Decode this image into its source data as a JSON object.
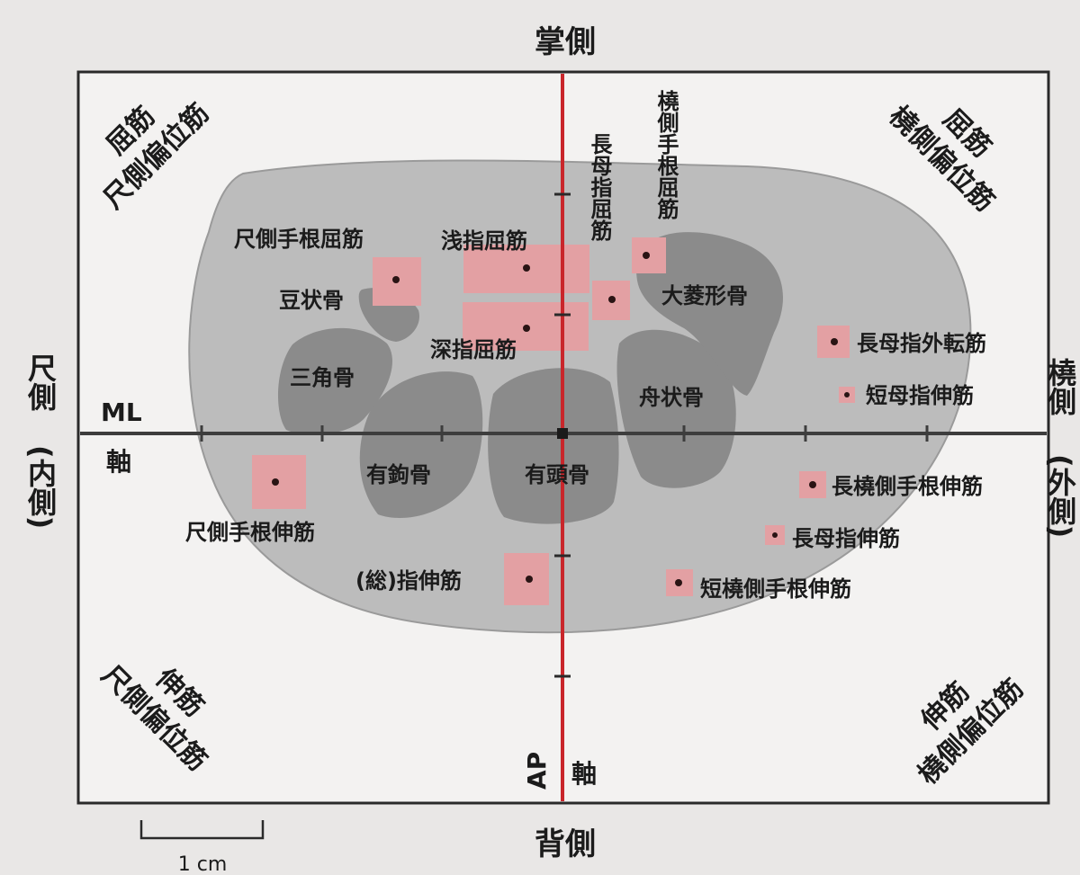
{
  "directions": {
    "palmar": "掌側",
    "dorsal": "背側",
    "ulnar_side": "尺側",
    "ulnar_medial": "(内側)",
    "radial_side": "橈側",
    "radial_lateral": "(外側)"
  },
  "axes": {
    "ml_label": "ML",
    "ml_axis_char": "軸",
    "ap_label": "AP",
    "ap_axis_char": "軸"
  },
  "quadrants": {
    "top_left": [
      "屈筋",
      "尺側偏位筋"
    ],
    "top_right": [
      "屈筋",
      "橈側偏位筋"
    ],
    "bottom_left": [
      "伸筋",
      "尺側偏位筋"
    ],
    "bottom_right": [
      "伸筋",
      "橈側偏位筋"
    ]
  },
  "bones": {
    "pisiform": "豆状骨",
    "triquetrum": "三角骨",
    "hamate": "有鉤骨",
    "capitate": "有頭骨",
    "scaphoid": "舟状骨",
    "trapezium": "大菱形骨"
  },
  "muscles": {
    "fcu": "尺側手根屈筋",
    "fds": "浅指屈筋",
    "fdp": "深指屈筋",
    "fpl": "長母指屈筋",
    "fcr": "橈側手根屈筋",
    "apl": "長母指外転筋",
    "epb": "短母指伸筋",
    "ecu": "尺側手根伸筋",
    "edc": "(総)指伸筋",
    "ecrl": "長橈側手根伸筋",
    "epl": "長母指伸筋",
    "ecrb": "短橈側手根伸筋"
  },
  "scale": {
    "label": "1 cm"
  },
  "colors": {
    "muscle_fill": "#e3a0a3",
    "bone_fill": "#8b8b8b",
    "section_fill": "#bcbcbc",
    "ap_axis": "#c9262b",
    "ml_axis": "#3d3d3d"
  }
}
